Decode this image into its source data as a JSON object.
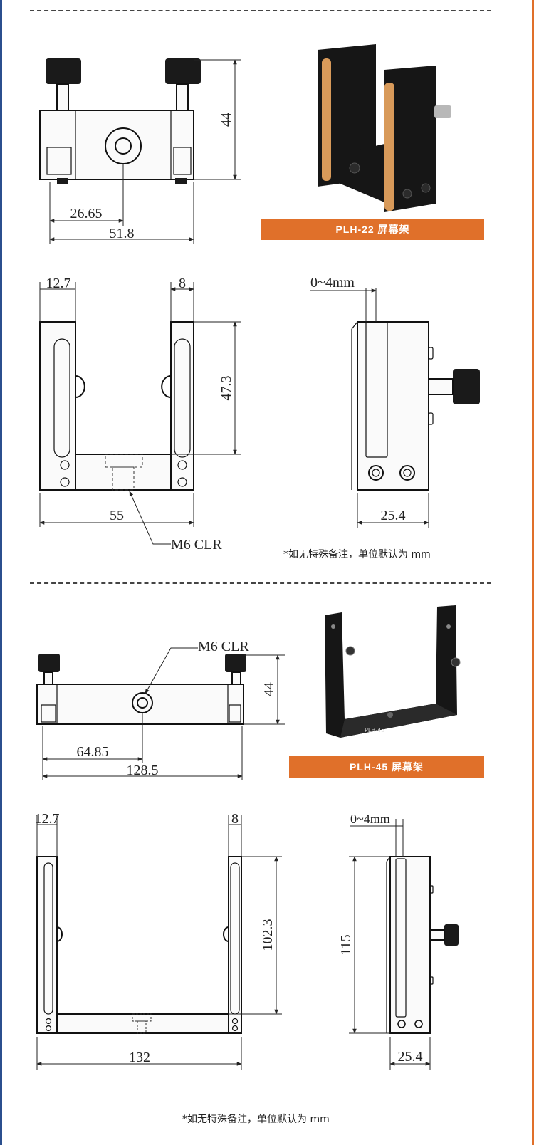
{
  "section1": {
    "banner": "PLH-22   屏幕架",
    "note": "*如无特殊备注，单位默认为 mm",
    "top_view": {
      "height": "44",
      "hole_offset": "26.65",
      "width": "51.8"
    },
    "front_view": {
      "left_wall": "12.7",
      "right_wall": "8",
      "inner_height": "47.3",
      "width": "55",
      "hole_label": "M6 CLR"
    },
    "side_view": {
      "gap": "0~4mm",
      "depth": "25.4"
    }
  },
  "section2": {
    "banner": "PLH-45   屏幕架",
    "note": "*如无特殊备注，单位默认为 mm",
    "top_view": {
      "height": "44",
      "hole_offset": "64.85",
      "width": "128.5",
      "hole_label": "M6 CLR"
    },
    "front_view": {
      "left_wall": "12.7",
      "right_wall": "8",
      "inner_height": "102.3",
      "width": "132"
    },
    "side_view": {
      "gap": "0~4mm",
      "height": "115",
      "depth": "25.4"
    },
    "photo_label": "PLH-45"
  },
  "colors": {
    "accent": "#e0702a",
    "edge_blue": "#2b4f8e"
  }
}
